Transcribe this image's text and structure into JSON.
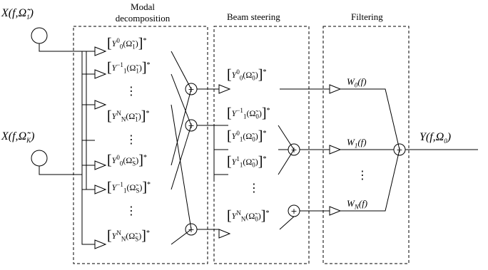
{
  "headers": {
    "modal": [
      "Modal",
      "decomposition"
    ],
    "beam": "Beam steering",
    "filter": "Filtering"
  },
  "inputs": [
    {
      "var": "X",
      "args": "f,",
      "omega": "Ω̃",
      "sub": "1"
    },
    {
      "var": "X",
      "args": "f,",
      "omega": "Ω̃",
      "sub": "K"
    }
  ],
  "output": {
    "var": "Y",
    "args": "f,",
    "omega": "Ω",
    "sub": "0"
  },
  "modal_coeffs": [
    {
      "base": "Y",
      "sup": "0",
      "sub": "0",
      "arg": "Ω̃",
      "argsub": "1"
    },
    {
      "base": "Y",
      "sup": "−1",
      "sub": "1",
      "arg": "Ω̃",
      "argsub": "1"
    },
    {
      "base": "Y",
      "sup": "N",
      "sub": "N",
      "arg": "Ω̃",
      "argsub": "1"
    },
    {
      "base": "Y",
      "sup": "0",
      "sub": "0",
      "arg": "Ω̃",
      "argsub": "S"
    },
    {
      "base": "Y",
      "sup": "−1",
      "sub": "1",
      "arg": "Ω̃",
      "argsub": "S"
    },
    {
      "base": "Y",
      "sup": "N",
      "sub": "N",
      "arg": "Ω̃",
      "argsub": "S"
    }
  ],
  "beam_coeffs": [
    {
      "base": "Y",
      "sup": "0",
      "sub": "0",
      "arg": "Ω̃",
      "argsub": "0"
    },
    {
      "base": "Y",
      "sup": "−1",
      "sub": "1",
      "arg": "Ω̃",
      "argsub": "0"
    },
    {
      "base": "Y",
      "sup": "0",
      "sub": "1",
      "arg": "Ω̃",
      "argsub": "0"
    },
    {
      "base": "Y",
      "sup": "1",
      "sub": "1",
      "arg": "Ω̃",
      "argsub": "0"
    },
    {
      "base": "Y",
      "sup": "N",
      "sub": "N",
      "arg": "Ω̃",
      "argsub": "0"
    }
  ],
  "filters": [
    {
      "base": "W",
      "sub": "0",
      "arg": "(f)"
    },
    {
      "base": "W",
      "sub": "1",
      "arg": "(f)"
    },
    {
      "base": "W",
      "sub": "N",
      "arg": "(f)"
    }
  ],
  "symbols": {
    "star": "*",
    "plus": "+",
    "vdots": "⋮"
  }
}
